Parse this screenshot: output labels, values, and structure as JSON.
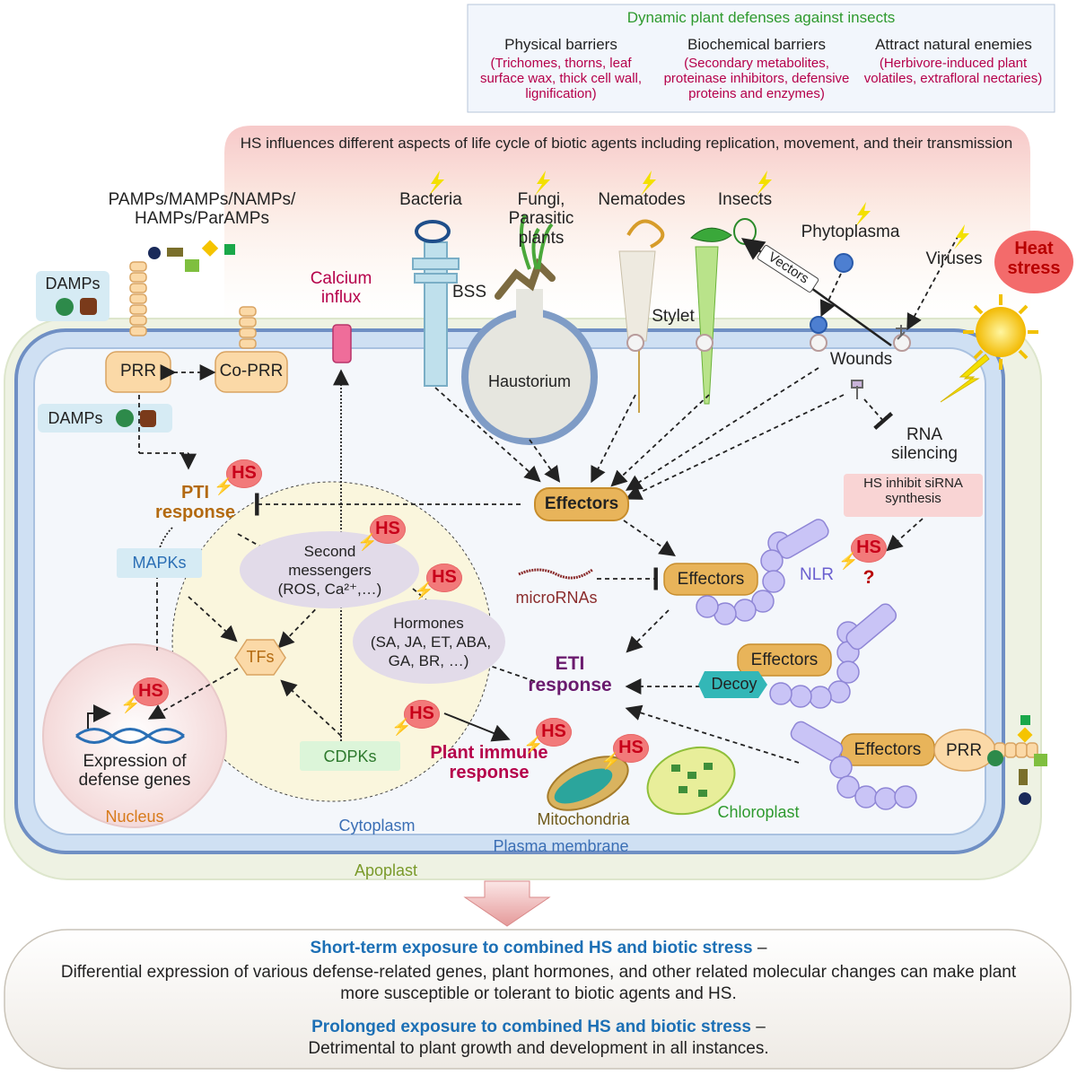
{
  "defenses": {
    "title": "Dynamic plant defenses against insects",
    "physical": {
      "heading": "Physical barriers",
      "detail": "(Trichomes, thorns, leaf surface wax, thick cell wall, lignification)"
    },
    "biochemical": {
      "heading": "Biochemical barriers",
      "detail": "(Secondary metabolites, proteinase inhibitors, defensive proteins and enzymes)"
    },
    "attract": {
      "heading": "Attract natural enemies",
      "detail": "(Herbivore-induced plant volatiles, extrafloral nectaries)"
    }
  },
  "hs_banner": "HS influences different aspects of life cycle of biotic agents including replication, movement, and their transmission",
  "pamps": "PAMPs/MAMPs/NAMPs/ HAMPs/ParAMPs",
  "damps_outer": "DAMPs",
  "damps_inner": "DAMPs",
  "prr": "PRR",
  "co_prr": "Co-PRR",
  "calcium": "Calcium influx",
  "bacteria": "Bacteria",
  "fungi": "Fungi, Parasitic plants",
  "nematodes": "Nematodes",
  "insects": "Insects",
  "phytoplasma": "Phytoplasma",
  "viruses": "Viruses",
  "heat_stress": "Heat stress",
  "bss": "BSS",
  "haustorium": "Haustorium",
  "stylet": "Stylet",
  "vectors": "Vectors",
  "wounds": "Wounds",
  "rna_silencing": "RNA silencing",
  "hs_inhibit": "HS inhibit siRNA synthesis",
  "pti": "PTI response",
  "effectors_main": "Effectors",
  "mapks": "MAPKs",
  "second_messengers": {
    "line1": "Second",
    "line2": "messengers",
    "line3": "(ROS, Ca²⁺,…)"
  },
  "hormones": {
    "line1": "Hormones",
    "line2": "(SA, JA, ET, ABA,",
    "line3": "GA, BR, …)"
  },
  "tfs": "TFs",
  "microrna": "microRNAs",
  "effectors_nlr": "Effectors",
  "nlr": "NLR",
  "question": "?",
  "eti": "ETI response",
  "effectors_decoy": "Effectors",
  "decoy": "Decoy",
  "effectors_prr": "Effectors",
  "prr_right": "PRR",
  "expression": "Expression of defense genes",
  "nucleus": "Nucleus",
  "cdpks": "CDPKs",
  "plant_immune": "Plant immune response",
  "mitochondria": "Mitochondria",
  "chloroplast": "Chloroplast",
  "cytoplasm": "Cytoplasm",
  "plasma_membrane": "Plasma membrane",
  "apoplast": "Apoplast",
  "hs_label": "HS",
  "summary": {
    "short_title": "Short-term exposure to combined HS and biotic stress",
    "dash1": " –",
    "short_body": "Differential expression of various defense-related genes, plant hormones, and other related molecular changes can make plant more susceptible or tolerant to biotic agents and HS.",
    "long_title": "Prolonged exposure to combined HS and biotic stress",
    "dash2": " –",
    "long_body": "Detrimental to plant growth and development in all instances."
  },
  "colors": {
    "red_text": "#b5004a",
    "green_title": "#2e9a2e",
    "blue_head": "#1c6fb5",
    "pti_brown": "#b36a10",
    "eti_purple": "#6a1a6e"
  }
}
